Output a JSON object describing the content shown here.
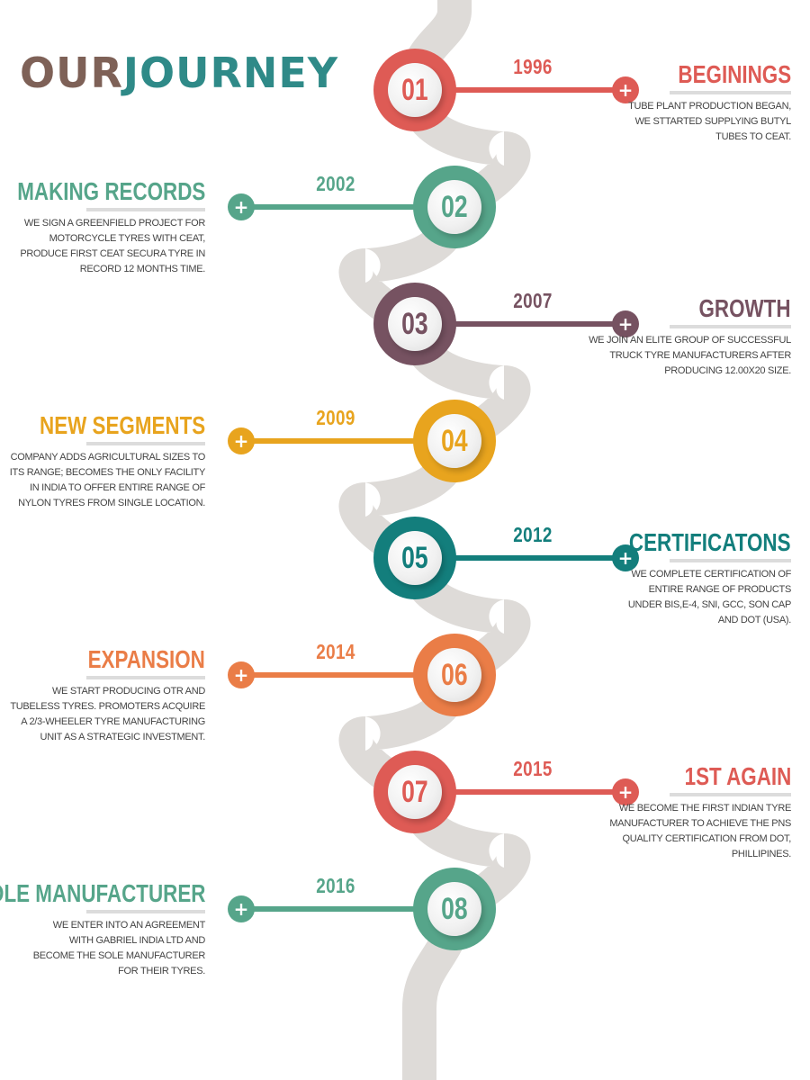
{
  "title": {
    "word1": "OUR",
    "word2": "JOURNEY"
  },
  "colors": {
    "road": "#dedbd8",
    "title_word1": "#7e6157",
    "title_word2": "#2f8a88"
  },
  "icons": {
    "end_marker": "plus-icon"
  },
  "milestones": [
    {
      "number": "01",
      "year": "1996",
      "heading": "BEGININGS",
      "side": "right",
      "color": "#de5b55",
      "description": [
        "Tube plant production began,",
        "we sttarted supplying butyl",
        "tubes to CEAT."
      ]
    },
    {
      "number": "02",
      "year": "2002",
      "heading": "MAKING RECORDS",
      "side": "left",
      "color": "#56a58a",
      "description": [
        "We sign a greenfield project for",
        "motorcycle tyres with CEAT,",
        "produce first CEAT SECURA tyre in",
        "record 12 months time."
      ]
    },
    {
      "number": "03",
      "year": "2007",
      "heading": "GROWTH",
      "side": "right",
      "color": "#765261",
      "description": [
        "We join an elite group of successful",
        "truck tyre manufacturers after",
        "producing 12.00x20 size."
      ]
    },
    {
      "number": "04",
      "year": "2009",
      "heading": "NEW SEGMENTS",
      "side": "left",
      "color": "#e8a41e",
      "description": [
        "Company adds agricultural sizes to",
        "its range; becomes the only facility",
        "in India to offer entire range of",
        "nylon tyres from single location."
      ]
    },
    {
      "number": "05",
      "year": "2012",
      "heading": "CERTIFICATONS",
      "side": "right",
      "color": "#137e7c",
      "description": [
        "We complete certification of",
        "entire range of products",
        "under BIS,E-4, SNI, GCC, SON CAP",
        "and DOT (USA)."
      ]
    },
    {
      "number": "06",
      "year": "2014",
      "heading": "EXPANSION",
      "side": "left",
      "color": "#ea7d47",
      "description": [
        "We start producing OTR and",
        "tubeless tyres. Promoters acquire",
        "a 2/3-wheeler tyre manufacturing",
        "unit as a strategic investment."
      ]
    },
    {
      "number": "07",
      "year": "2015",
      "heading": "1ST AGAIN",
      "side": "right",
      "color": "#de5b55",
      "description": [
        "We become the first Indian tyre",
        "manufacturer to achieve the PNS",
        "quality certification from DOT,",
        "Phillipines."
      ]
    },
    {
      "number": "08",
      "year": "2016",
      "heading": "SOLE MANUFACTURER",
      "side": "left",
      "color": "#56a58a",
      "description": [
        "We enter into an agreement",
        "with Gabriel India Ltd and",
        "become the sole manufacturer",
        "for their tyres."
      ]
    }
  ]
}
